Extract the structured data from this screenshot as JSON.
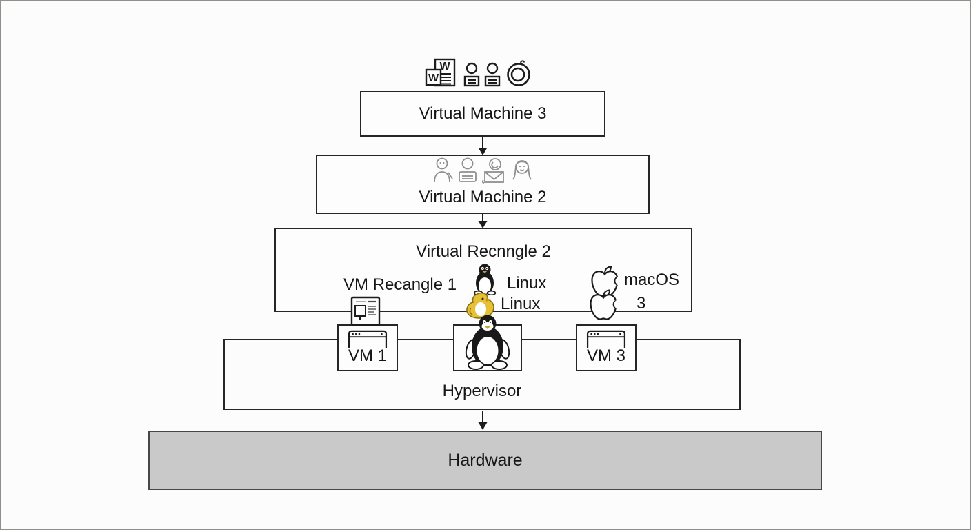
{
  "colors": {
    "background": "#fcfcfc",
    "frame_border": "#8d9289",
    "box_border": "#262626",
    "box_fill": "#fdfdfd",
    "hardware_fill": "#c9c9c9",
    "hardware_border": "#474747",
    "text": "#161616",
    "sketch_gray": "#8f8f8f",
    "chick_yellow": "#e7c135",
    "arrow": "#1c1c1c"
  },
  "layers": {
    "vm3": {
      "label": "Virtual Machine 3"
    },
    "vm2": {
      "label": "Virtual Machine 2"
    },
    "guest": {
      "title": "Virtual Recnngle 2",
      "vm_label": "VM Recangle 1",
      "linux_top": "Linux",
      "linux_bottom": "Linux",
      "macos": "macOS",
      "three": "3"
    },
    "hypervisor": {
      "label": "Hypervisor",
      "vms": [
        {
          "label": "VM 1"
        },
        {
          "label": ""
        },
        {
          "label": "VM 3"
        }
      ]
    },
    "hardware": {
      "label": "Hardware"
    }
  },
  "icons": {
    "top_row": [
      "word-document-small-icon",
      "word-document-icon",
      "user-card-icon",
      "user-card-icon",
      "ring-icon"
    ],
    "vm2_row": [
      "person-sketch-icon",
      "contact-card-icon",
      "mail-contact-icon",
      "person-longhair-icon"
    ],
    "guest_row": [
      "tux-penguin-icon",
      "chick-icon",
      "apple-logo-icon",
      "apple-logo-icon"
    ],
    "hypervisor_row": [
      "browser-window-icon",
      "tux-penguin-icon",
      "browser-window-icon"
    ],
    "misc": [
      "monitor-icon"
    ]
  }
}
